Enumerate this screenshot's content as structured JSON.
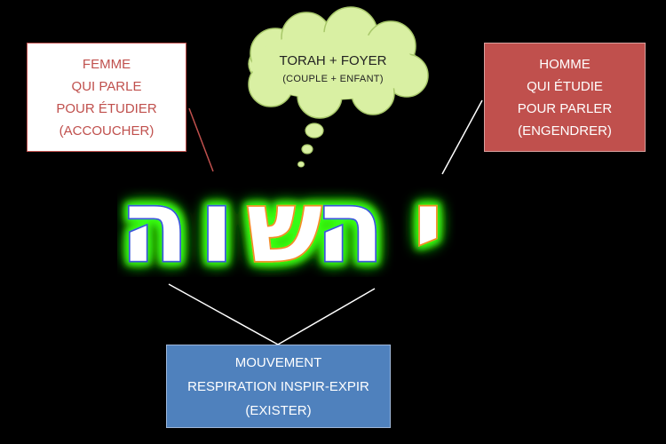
{
  "cloud": {
    "title": "TORAH + FOYER",
    "subtitle": "(COUPLE + ENFANT)"
  },
  "left_box": {
    "lines": [
      "FEMME",
      "QUI PARLE",
      "POUR ÉTUDIER",
      "(ACCOUCHER)"
    ],
    "color": "#c0504d"
  },
  "right_box": {
    "lines": [
      "HOMME",
      "QUI ÉTUDIE",
      "POUR PARLER",
      "(ENGENDRER)"
    ],
    "color": "#c0504d"
  },
  "bottom_box": {
    "lines": [
      "MOUVEMENT",
      "RESPIRATION INSPIR-EXPIR",
      "(EXISTER)"
    ],
    "color": "#4f81bd"
  },
  "hebrew_word": {
    "letters": [
      {
        "char": "ה",
        "outline": "#3a55d8"
      },
      {
        "char": "ו",
        "outline": "#3a55d8"
      },
      {
        "char": "ש",
        "outline": "#f28c28"
      },
      {
        "char": "ה",
        "outline": "#3a55d8"
      },
      {
        "char": "י",
        "outline": "#f28c28"
      }
    ],
    "glow_color": "#39ff14"
  }
}
